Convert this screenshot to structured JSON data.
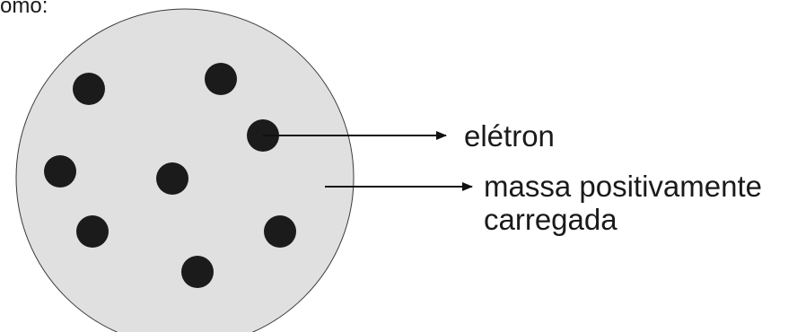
{
  "header_fragment": "o átomo:",
  "labels": {
    "electron": "elétron",
    "mass_line1": "massa positivamente",
    "mass_line2": "carregada"
  },
  "electron_count": 8,
  "colors": {
    "sphere_fill": "#e0e0e0",
    "sphere_stroke": "#3a3a3a",
    "electron": "#1b1b1b",
    "arrow": "#111111",
    "text": "#1a1a1a"
  }
}
